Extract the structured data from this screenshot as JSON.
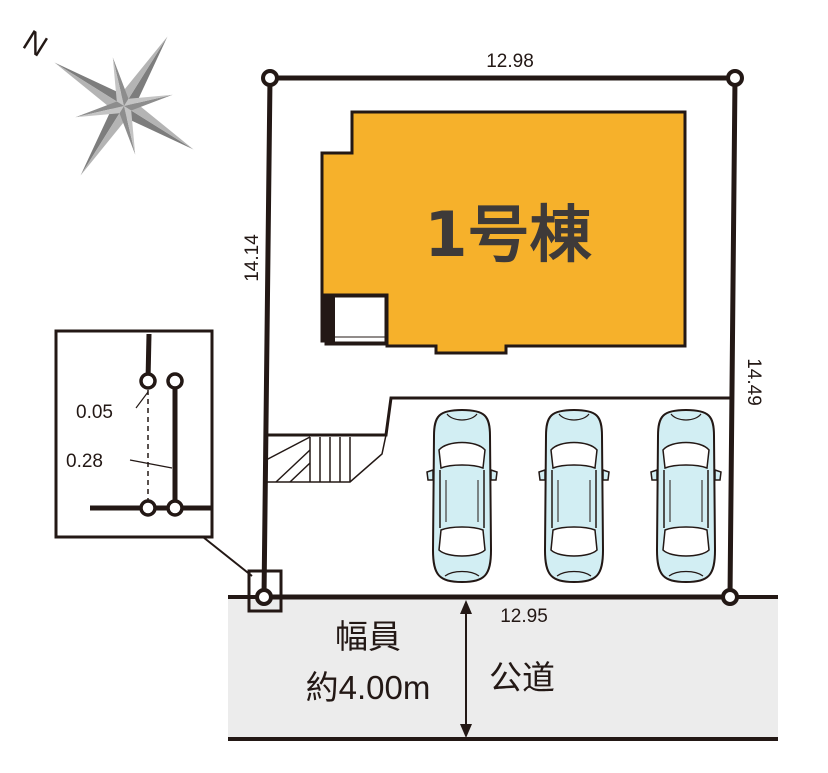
{
  "compass": {
    "north_label": "N",
    "icon": "compass-rose-icon"
  },
  "lot": {
    "top_length": "12.98",
    "left_length": "14.14",
    "right_length": "14.49",
    "bottom_length": "12.95"
  },
  "building": {
    "label": "1号棟",
    "color": "#f6b12b"
  },
  "parking": {
    "car_count": 3,
    "car_color": "#d2eef3",
    "icon": "car-icon"
  },
  "detail_inset": {
    "offset_a": "0.05",
    "offset_b": "0.28"
  },
  "road": {
    "width_label": "幅員",
    "width_value": "約4.00m",
    "type_label": "公道",
    "color": "#ececec"
  }
}
